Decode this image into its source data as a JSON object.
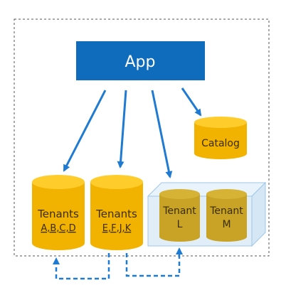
{
  "app": {
    "label": "App"
  },
  "catalog": {
    "label": "Catalog"
  },
  "databases": [
    {
      "line1": "Tenants",
      "line2": "A,B,C,D"
    },
    {
      "line1": "Tenants",
      "line2": "E,F,J,K"
    }
  ],
  "pool_databases": [
    {
      "line1": "Tenant",
      "line2": "L"
    },
    {
      "line1": "Tenant",
      "line2": "M"
    }
  ],
  "colors": {
    "app_fill": "#0f6cbd",
    "arrow": "#1f7bd1",
    "cylinder_fill": "#f2b200",
    "cylinder_top": "#ffcd2b",
    "pool_cylinder_fill": "#c8a325",
    "pool_cylinder_top": "#d6b334",
    "pool_box": "#dcebf7",
    "text_dark": "#3b2d00"
  }
}
